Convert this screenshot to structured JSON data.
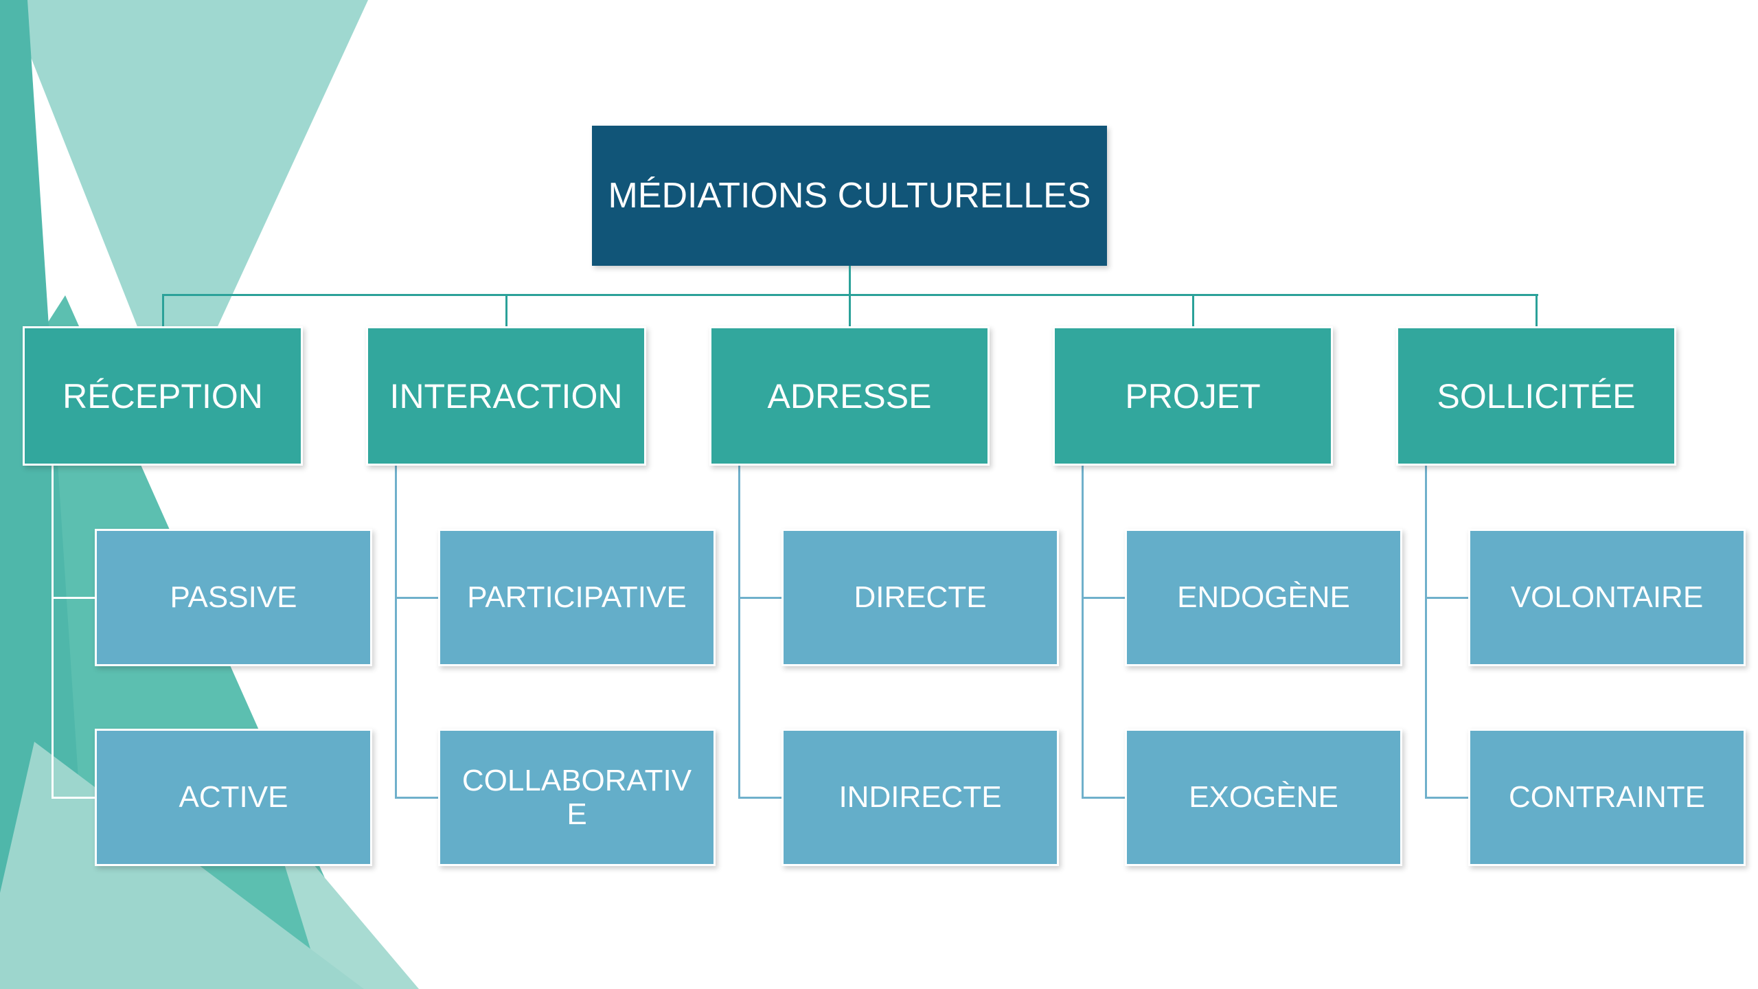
{
  "slide": {
    "background_color": "#FFFFFF",
    "decoration": {
      "description": "overlapping translucent teal facet triangles on left edge",
      "facet_colors": [
        "#9FD8D0",
        "#5CBFB0",
        "#4FB7AA",
        "#9DD6CD",
        "#A8DBD2"
      ]
    }
  },
  "colors": {
    "title_fill": "#115578",
    "branch_fill": "#32A79D",
    "child_fill": "#64AEC9",
    "top_connector": "#2BA199",
    "child_connector": "#6FB0CB",
    "reception_connector": "#FFFFFF",
    "text": "#FFFFFF"
  },
  "title": {
    "label": "MÉDIATIONS CULTURELLES"
  },
  "tree": {
    "branches": [
      {
        "label": "RÉCEPTION",
        "connector_color": "#FFFFFF",
        "children": [
          {
            "label": "PASSIVE",
            "shown": "PASSIVE"
          },
          {
            "label": "ACTIVE",
            "shown": "ACTIVE"
          }
        ]
      },
      {
        "label": "INTERACTION",
        "connector_color": "#6FB0CB",
        "children": [
          {
            "label": "PARTICIPATIVE",
            "shown": "PARTICIPATIVE"
          },
          {
            "label": "COLLABORATIVE",
            "shown": "COLLABORATIV\nE"
          }
        ]
      },
      {
        "label": "ADRESSE",
        "connector_color": "#6FB0CB",
        "children": [
          {
            "label": "DIRECTE",
            "shown": "DIRECTE"
          },
          {
            "label": "INDIRECTE",
            "shown": "INDIRECTE"
          }
        ]
      },
      {
        "label": "PROJET",
        "connector_color": "#6FB0CB",
        "children": [
          {
            "label": "ENDOGÈNE",
            "shown": "ENDOGÈNE"
          },
          {
            "label": "EXOGÈNE",
            "shown": "EXOGÈNE"
          }
        ]
      },
      {
        "label": "SOLLICITÉE",
        "connector_color": "#6FB0CB",
        "children": [
          {
            "label": "VOLONTAIRE",
            "shown": "VOLONTAIRE"
          },
          {
            "label": "CONTRAINTE",
            "shown": "CONTRAINTE"
          }
        ]
      }
    ]
  }
}
